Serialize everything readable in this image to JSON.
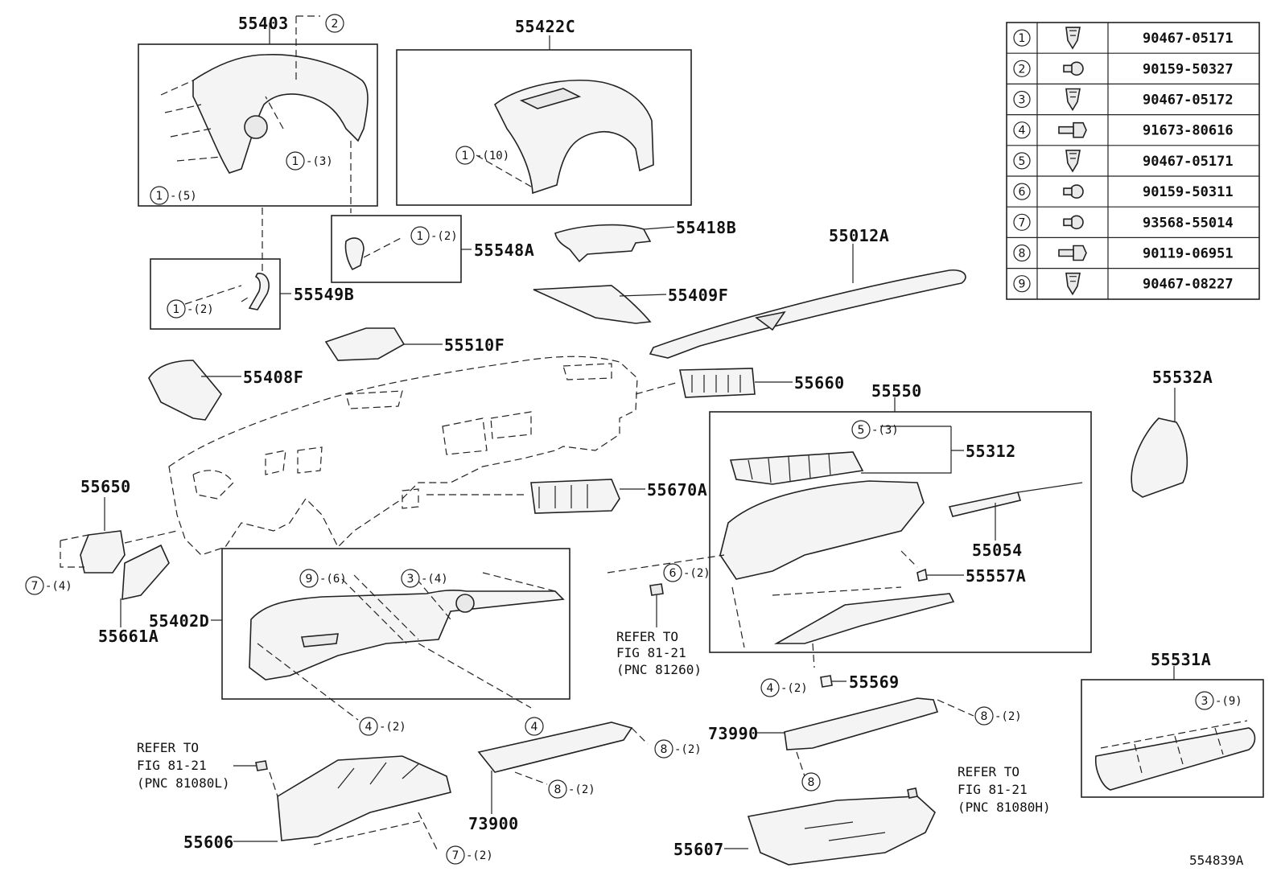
{
  "diagram_id": "554839A",
  "fastener_table": [
    {
      "key": "1",
      "part_no": "90467-05171",
      "icon": "clip-icon"
    },
    {
      "key": "2",
      "part_no": "90159-50327",
      "icon": "screw-icon"
    },
    {
      "key": "3",
      "part_no": "90467-05172",
      "icon": "clip-icon"
    },
    {
      "key": "4",
      "part_no": "91673-80616",
      "icon": "bolt-icon"
    },
    {
      "key": "5",
      "part_no": "90467-05171",
      "icon": "clip-icon"
    },
    {
      "key": "6",
      "part_no": "90159-50311",
      "icon": "screw-icon"
    },
    {
      "key": "7",
      "part_no": "93568-55014",
      "icon": "screw-icon"
    },
    {
      "key": "8",
      "part_no": "90119-06951",
      "icon": "bolt-icon"
    },
    {
      "key": "9",
      "part_no": "90467-08227",
      "icon": "clip-icon"
    }
  ],
  "parts": {
    "p55403": "55403",
    "p55422c": "55422C",
    "p55418b": "55418B",
    "p55548a": "55548A",
    "p55549b": "55549B",
    "p55012a": "55012A",
    "p55409f": "55409F",
    "p55510f": "55510F",
    "p55408f": "55408F",
    "p55660": "55660",
    "p55550": "55550",
    "p55532a": "55532A",
    "p55312": "55312",
    "p55650": "55650",
    "p55670a": "55670A",
    "p55054": "55054",
    "p55557a": "55557A",
    "p55402d": "55402D",
    "p55661a": "55661A",
    "p55569": "55569",
    "p55531a": "55531A",
    "p73990": "73990",
    "p73900": "73900",
    "p55606": "55606",
    "p55607": "55607"
  },
  "callouts": [
    {
      "key": "2",
      "qty": ""
    },
    {
      "key": "1",
      "qty": "-(3)"
    },
    {
      "key": "1",
      "qty": "-(5)"
    },
    {
      "key": "1",
      "qty": "-(10)"
    },
    {
      "key": "1",
      "qty": "-(2)"
    },
    {
      "key": "1",
      "qty": "-(2)"
    },
    {
      "key": "5",
      "qty": "-(3)"
    },
    {
      "key": "6",
      "qty": "-(2)"
    },
    {
      "key": "7",
      "qty": "-(4)"
    },
    {
      "key": "9",
      "qty": "-(6)"
    },
    {
      "key": "3",
      "qty": "-(4)"
    },
    {
      "key": "4",
      "qty": "-(2)"
    },
    {
      "key": "4",
      "qty": ""
    },
    {
      "key": "4",
      "qty": "-(2)"
    },
    {
      "key": "8",
      "qty": "-(2)"
    },
    {
      "key": "8",
      "qty": "-(2)"
    },
    {
      "key": "8",
      "qty": "-(2)"
    },
    {
      "key": "8",
      "qty": ""
    },
    {
      "key": "3",
      "qty": "-(9)"
    },
    {
      "key": "7",
      "qty": "-(2)"
    }
  ],
  "refs": [
    {
      "l1": "REFER TO",
      "l2": "FIG 81-21",
      "l3": "(PNC 81260)"
    },
    {
      "l1": "REFER TO",
      "l2": "FIG 81-21",
      "l3": "(PNC 81080L)"
    },
    {
      "l1": "REFER TO",
      "l2": "FIG 81-21",
      "l3": "(PNC 81080H)"
    }
  ]
}
